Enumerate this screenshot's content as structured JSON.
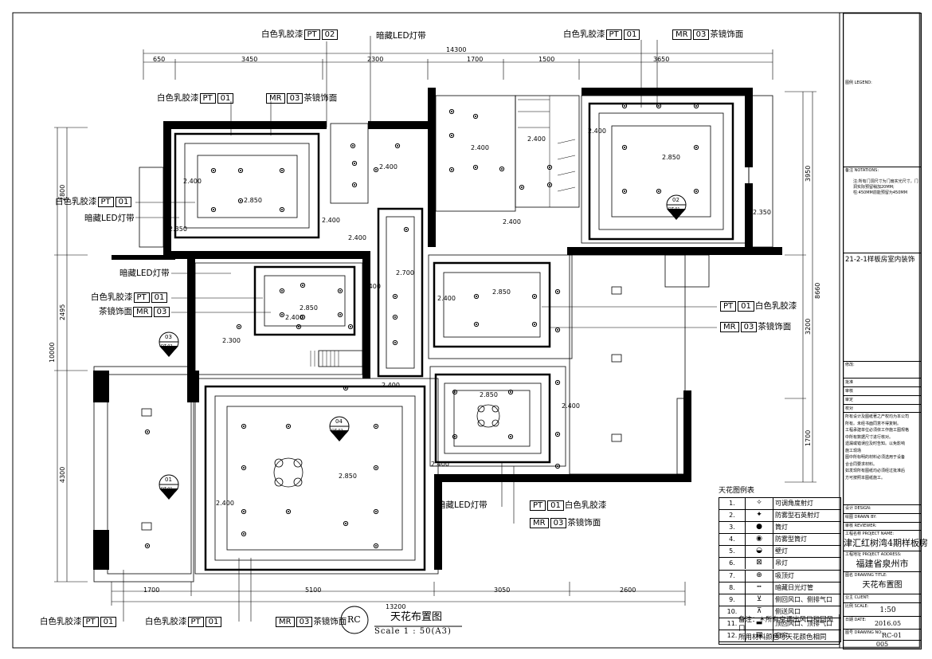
{
  "callouts": {
    "top_pt02": {
      "pre": "白色乳胶漆",
      "code": "PT",
      "num": "02"
    },
    "top_led": "暗藏LED灯带",
    "top_pt01": {
      "pre": "白色乳胶漆",
      "code": "PT",
      "num": "01"
    },
    "top_mr03": {
      "code": "MR",
      "num": "03",
      "post": "茶镜饰面"
    },
    "mid_pt01": {
      "pre": "白色乳胶漆",
      "code": "PT",
      "num": "01"
    },
    "mid_mr03": {
      "code": "MR",
      "num": "03",
      "post": "茶镜饰面"
    },
    "left_pt01": {
      "pre": "白色乳胶漆",
      "code": "PT",
      "num": "01"
    },
    "left_led1": "暗藏LED灯带",
    "left_led2": "暗藏LED灯带",
    "left_pt01b": {
      "pre": "白色乳胶漆",
      "code": "PT",
      "num": "01"
    },
    "left_mr03": {
      "pre": "茶镜饰面",
      "code": "MR",
      "num": "03"
    },
    "right_pt01": {
      "code": "PT",
      "num": "01",
      "post": "白色乳胶漆"
    },
    "right_mr03": {
      "code": "MR",
      "num": "03",
      "post": "茶镜饰面"
    },
    "bottom_led": "暗藏LED灯带",
    "bottom_pt01": {
      "code": "PT",
      "num": "01",
      "post": "白色乳胶漆"
    },
    "bottom_mr03": {
      "code": "MR",
      "num": "03",
      "post": "茶镜饰面"
    },
    "foot_pt01a": {
      "pre": "白色乳胶漆",
      "code": "PT",
      "num": "01"
    },
    "foot_pt01b": {
      "pre": "白色乳胶漆",
      "code": "PT",
      "num": "01"
    },
    "foot_mr03": {
      "code": "MR",
      "num": "03",
      "post": "茶镜饰面"
    }
  },
  "dimensions": {
    "top_overall": "14300",
    "top": [
      "650",
      "3450",
      "2300",
      "1700",
      "1500",
      "3650"
    ],
    "bottom": [
      "1700",
      "5100",
      "3050",
      "2600"
    ],
    "bottom_overall": "13200",
    "left": [
      "2800",
      "2495",
      "4300"
    ],
    "left_overall": "10000",
    "right": [
      "3950",
      "3200",
      "1700"
    ],
    "right_overall": "8660"
  },
  "elevations": [
    "2.400",
    "2.850",
    "2.400",
    "2.350",
    "2.400",
    "2.400",
    "2.400",
    "2.400",
    "2.400",
    "2.850",
    "2.350",
    "2.400",
    "2.850",
    "2.300",
    "2.700",
    "2.400",
    "2.850",
    "2.400",
    "2.400",
    "2.850",
    "2.400",
    "2.400",
    "2.850",
    "2.400",
    "2.400"
  ],
  "section_marks": [
    {
      "num": "02",
      "ref": "DT-01"
    },
    {
      "num": "03",
      "ref": "DT-02"
    },
    {
      "num": "04",
      "ref": "DT-02"
    },
    {
      "num": "01",
      "ref": "DT-01"
    }
  ],
  "drawing_title": {
    "badge": "RC",
    "name": "天花布置图",
    "scale": "Scale 1 : 50(A3)"
  },
  "legend": {
    "title": "天花图例表",
    "rows": [
      {
        "n": "1.",
        "icon": "✧",
        "name": "可调角度射灯"
      },
      {
        "n": "2.",
        "icon": "✦",
        "name": "防雾型石英射灯"
      },
      {
        "n": "3.",
        "icon": "●",
        "name": "筒灯"
      },
      {
        "n": "4.",
        "icon": "◉",
        "name": "防雾型筒灯"
      },
      {
        "n": "5.",
        "icon": "◒",
        "name": "壁灯"
      },
      {
        "n": "6.",
        "icon": "⊠",
        "name": "吊灯"
      },
      {
        "n": "7.",
        "icon": "⊕",
        "name": "吸顶灯"
      },
      {
        "n": "8.",
        "icon": "┅",
        "name": "暗藏日光灯管"
      },
      {
        "n": "9.",
        "icon": "⊻",
        "name": "侧回风口、侧排气口"
      },
      {
        "n": "10.",
        "icon": "⊼",
        "name": "侧送风口"
      },
      {
        "n": "11.",
        "icon": "▬",
        "name": "顶回风口、顶排气口"
      },
      {
        "n": "12.",
        "icon": "▤",
        "name": "窗帘"
      }
    ],
    "note_label": "备注：",
    "note_lines": [
      "＊所有空调出风口和回风口",
      "所用材料颜色与天花颜色相同"
    ]
  },
  "title_block": {
    "legend_label": "图例 LEGEND:",
    "notes_label": "备注 NOTATIONS:",
    "notes_lines": [
      "注:所有门洞尺寸为门扇实光尺寸，门",
      "洞实际预留稍加20MM;",
      "柱:450MM前能预留为450MM"
    ],
    "project_vertical": "21-2-1样板房室内装饰",
    "revision_label": "修改:",
    "fields": [
      "批准",
      "审核",
      "审定",
      "校对"
    ],
    "disclaimer": [
      "所有设计及图纸著之产权均为本公司",
      "所有。未经书面同意不得复制。",
      "工程承建单位必须依工作施工图规格",
      "中所有数据尺寸进行核对。",
      "遗漏或错误应及时告知。以免影响",
      "施工现场",
      "图中所标明的材料必须选用于设备",
      "合合同要求材料。",
      "如发现所有图纸均必须经过批准后",
      "方可按照本图纸施工。"
    ],
    "design_label": "设计 DESIGN:",
    "drawn_label": "绘图 DRAWN BY:",
    "check_label": "审核 REVIEWER:",
    "project_name_label": "工程名称 PROJECT NAME:",
    "project_name": "津汇红树湾4期样板房",
    "address_label": "工程地址 PROJECT ADDRESS:",
    "address": "福建省泉州市",
    "drawing_title_label": "图名 DRAWING TITLE:",
    "drawing_title": "天花布置图",
    "client_label": "业主 CLIENT:",
    "scale_label": "比例 SCALE:",
    "scale": "1:50",
    "date_label": "日期 DATE:",
    "date": "2016.05",
    "drawing_no_label": "图号 DRAWING NO:",
    "drawing_no": "RC-01",
    "sheet": "005"
  }
}
